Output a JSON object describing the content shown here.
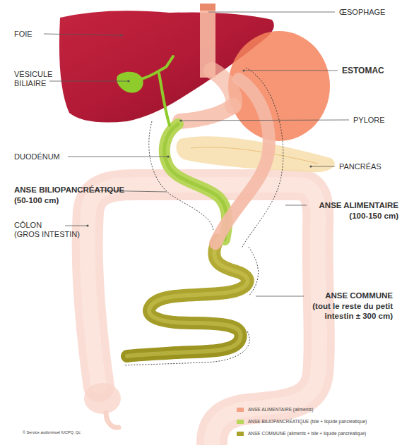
{
  "diagram": {
    "labels": [
      "ŒSOPHAGE",
      "FOIE",
      "VÉSICULE BILIAIRE",
      "ESTOMAC",
      "PYLORE",
      "DUODÉNUM",
      "PANCRÉAS",
      "ANSE BILIOPANCRÉATIQUE",
      "(50-100 cm)",
      "ANSE ALIMENTAIRE",
      "(100-150 cm)",
      "CÔLON",
      "(GROS INTESTIN)",
      "ANSE COMMUNE",
      "(tout le reste du petit intestin ± 300 cm)",
      "© Service audiovisuel IUCPQ, Qc"
    ],
    "legend": [
      {
        "text": "ANSE ALIMENTAIRE (aliments)",
        "color": "#f4a286"
      },
      {
        "text": "ANSE BILIOPANCRÉATIQUE (bile + liquide pancréatique)",
        "color": "#b8d65a"
      },
      {
        "text": "ANSE COMMUNE (aliments + bile + liquide pancréatique)",
        "color": "#a8a22a"
      }
    ]
  }
}
